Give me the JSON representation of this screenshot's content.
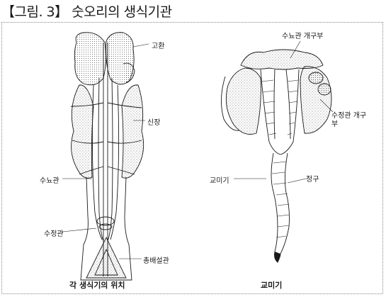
{
  "title": "【그림. 3】 숫오리의 생식기관",
  "left_figure": {
    "caption": "각 생식기의 위치",
    "labels": {
      "testis": "고환",
      "kidney": "신장",
      "vas_deferens": "수뇨관",
      "ductus_deferens": "수정관",
      "cloaca": "총배설관"
    }
  },
  "right_figure": {
    "caption": "교미기",
    "labels": {
      "ureter_opening": "수뇨관 개구부",
      "vas_opening": "수정관 개구부",
      "phallus": "교미기",
      "groove": "정구"
    }
  },
  "colors": {
    "ink": "#1a1a1a",
    "stipple": "#555555"
  }
}
